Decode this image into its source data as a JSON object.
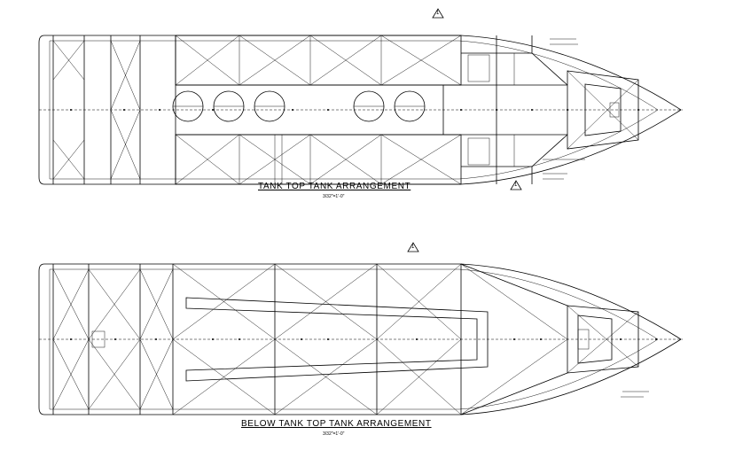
{
  "plans": [
    {
      "title": "TANK TOP TANK ARRANGEMENT",
      "scale": "3/32\"=1'-0\""
    },
    {
      "title": "BELOW TANK TOP TANK ARRANGEMENT",
      "scale": "3/32\"=1'-0\""
    }
  ],
  "revision_marker": "1"
}
